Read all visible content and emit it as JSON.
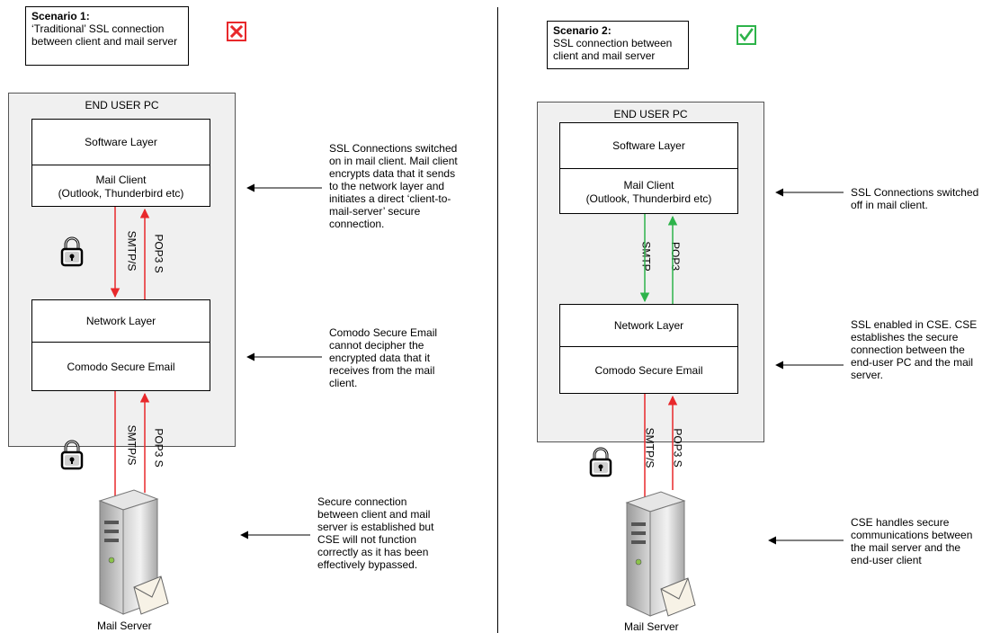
{
  "scenario1": {
    "title": "Scenario 1:",
    "text": "‘Traditional’ SSL connection between client and mail server",
    "pc_label": "END USER PC",
    "software_layer": "Software Layer",
    "mail_client": "Mail Client\n(Outlook, Thunderbird etc)",
    "network_layer": "Network Layer",
    "cse": "Comodo Secure Email",
    "upper_left_label": "SMTP/S",
    "upper_right_label": "POP3 S",
    "lower_left_label": "SMTP/S",
    "lower_right_label": "POP3 S",
    "note1": "SSL Connections switched\non in mail client. Mail client\nencrypts data that it sends\nto the network layer and\ninitiates a direct ‘client-to-\nmail-server’ secure\nconnection.",
    "note2": "Comodo Secure Email\ncannot decipher the\nencrypted data that it\nreceives from the mail\nclient.",
    "note3": "Secure connection\nbetween client and mail\nserver is established but\nCSE will not function\ncorrectly as it has been\neffectively bypassed.",
    "server_label": "Mail Server",
    "status_icon": "red-x-icon"
  },
  "scenario2": {
    "title": "Scenario 2:",
    "text": "SSL connection between client and mail server",
    "pc_label": "END USER PC",
    "software_layer": "Software Layer",
    "mail_client": "Mail Client\n(Outlook, Thunderbird etc)",
    "network_layer": "Network Layer",
    "cse": "Comodo Secure Email",
    "upper_left_label": "SMTP",
    "upper_right_label": "POP3",
    "lower_left_label": "SMTP/S",
    "lower_right_label": "POP3 S",
    "note1": "SSL Connections switched\noff in mail client.",
    "note2": "SSL enabled in CSE. CSE\nestablishes the secure\nconnection between the\nend-user PC and the mail\nserver.",
    "note3": "CSE handles secure\ncommunications between\nthe mail server and the\nend-user client",
    "server_label": "Mail Server",
    "status_icon": "green-check-icon"
  },
  "colors": {
    "red": "#e8282b",
    "green": "#2db34a",
    "box_bg": "#f0f0f0"
  }
}
